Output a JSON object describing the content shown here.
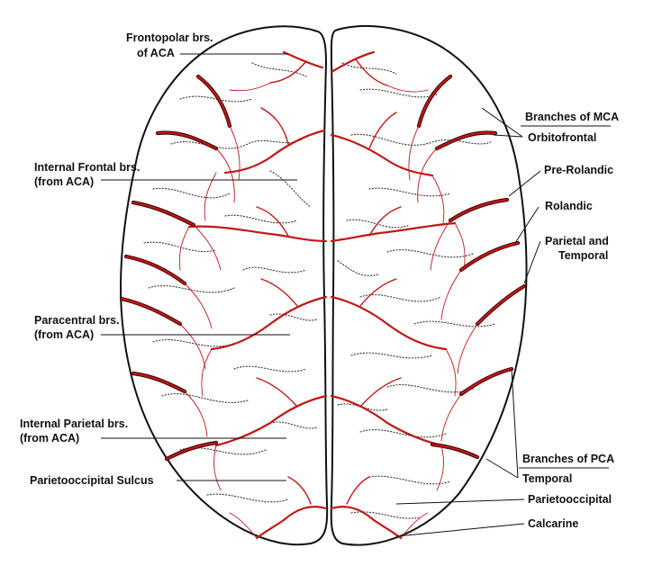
{
  "labels": {
    "left": {
      "frontopolar_line1": "Frontopolar brs.",
      "frontopolar_line2": "of ACA",
      "internal_frontal_line1": "Internal Frontal brs.",
      "internal_frontal_line2": "(from ACA)",
      "paracentral_line1": "Paracentral brs.",
      "paracentral_line2": "(from ACA)",
      "internal_parietal_line1": "Internal Parietal brs.",
      "internal_parietal_line2": "(from ACA)",
      "parietooccipital_sulcus": "Parietooccipital Sulcus"
    },
    "right": {
      "branches_of_mca": "Branches of MCA",
      "orbitofrontal": "Orbitofrontal",
      "pre_rolandic": "Pre-Rolandic",
      "rolandic": "Rolandic",
      "parietal_temporal_line1": "Parietal and",
      "parietal_temporal_line2": "Temporal",
      "branches_of_pca": "Branches of PCA",
      "temporal": "Temporal",
      "parietooccipital": "Parietooccipital",
      "calcarine": "Calcarine"
    }
  },
  "colors": {
    "artery": "#c01818",
    "outline": "#111111",
    "background": "#ffffff"
  }
}
